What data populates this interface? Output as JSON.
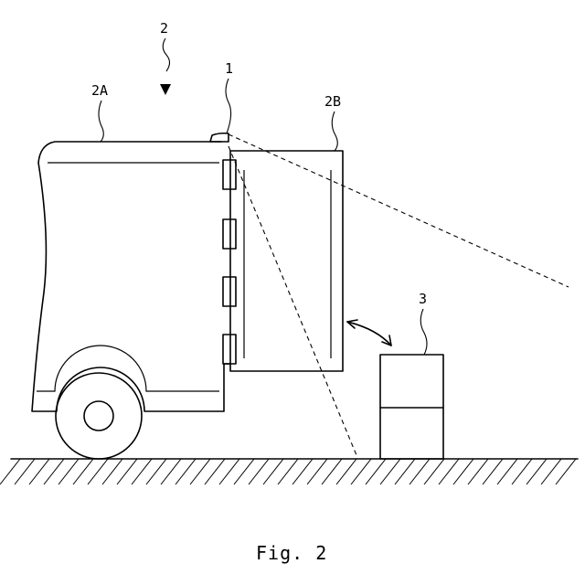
{
  "figure": {
    "caption": "Fig. 2",
    "labels": {
      "vehicle": "2",
      "sensor": "1",
      "cab": "2A",
      "door": "2B",
      "object": "3"
    }
  }
}
